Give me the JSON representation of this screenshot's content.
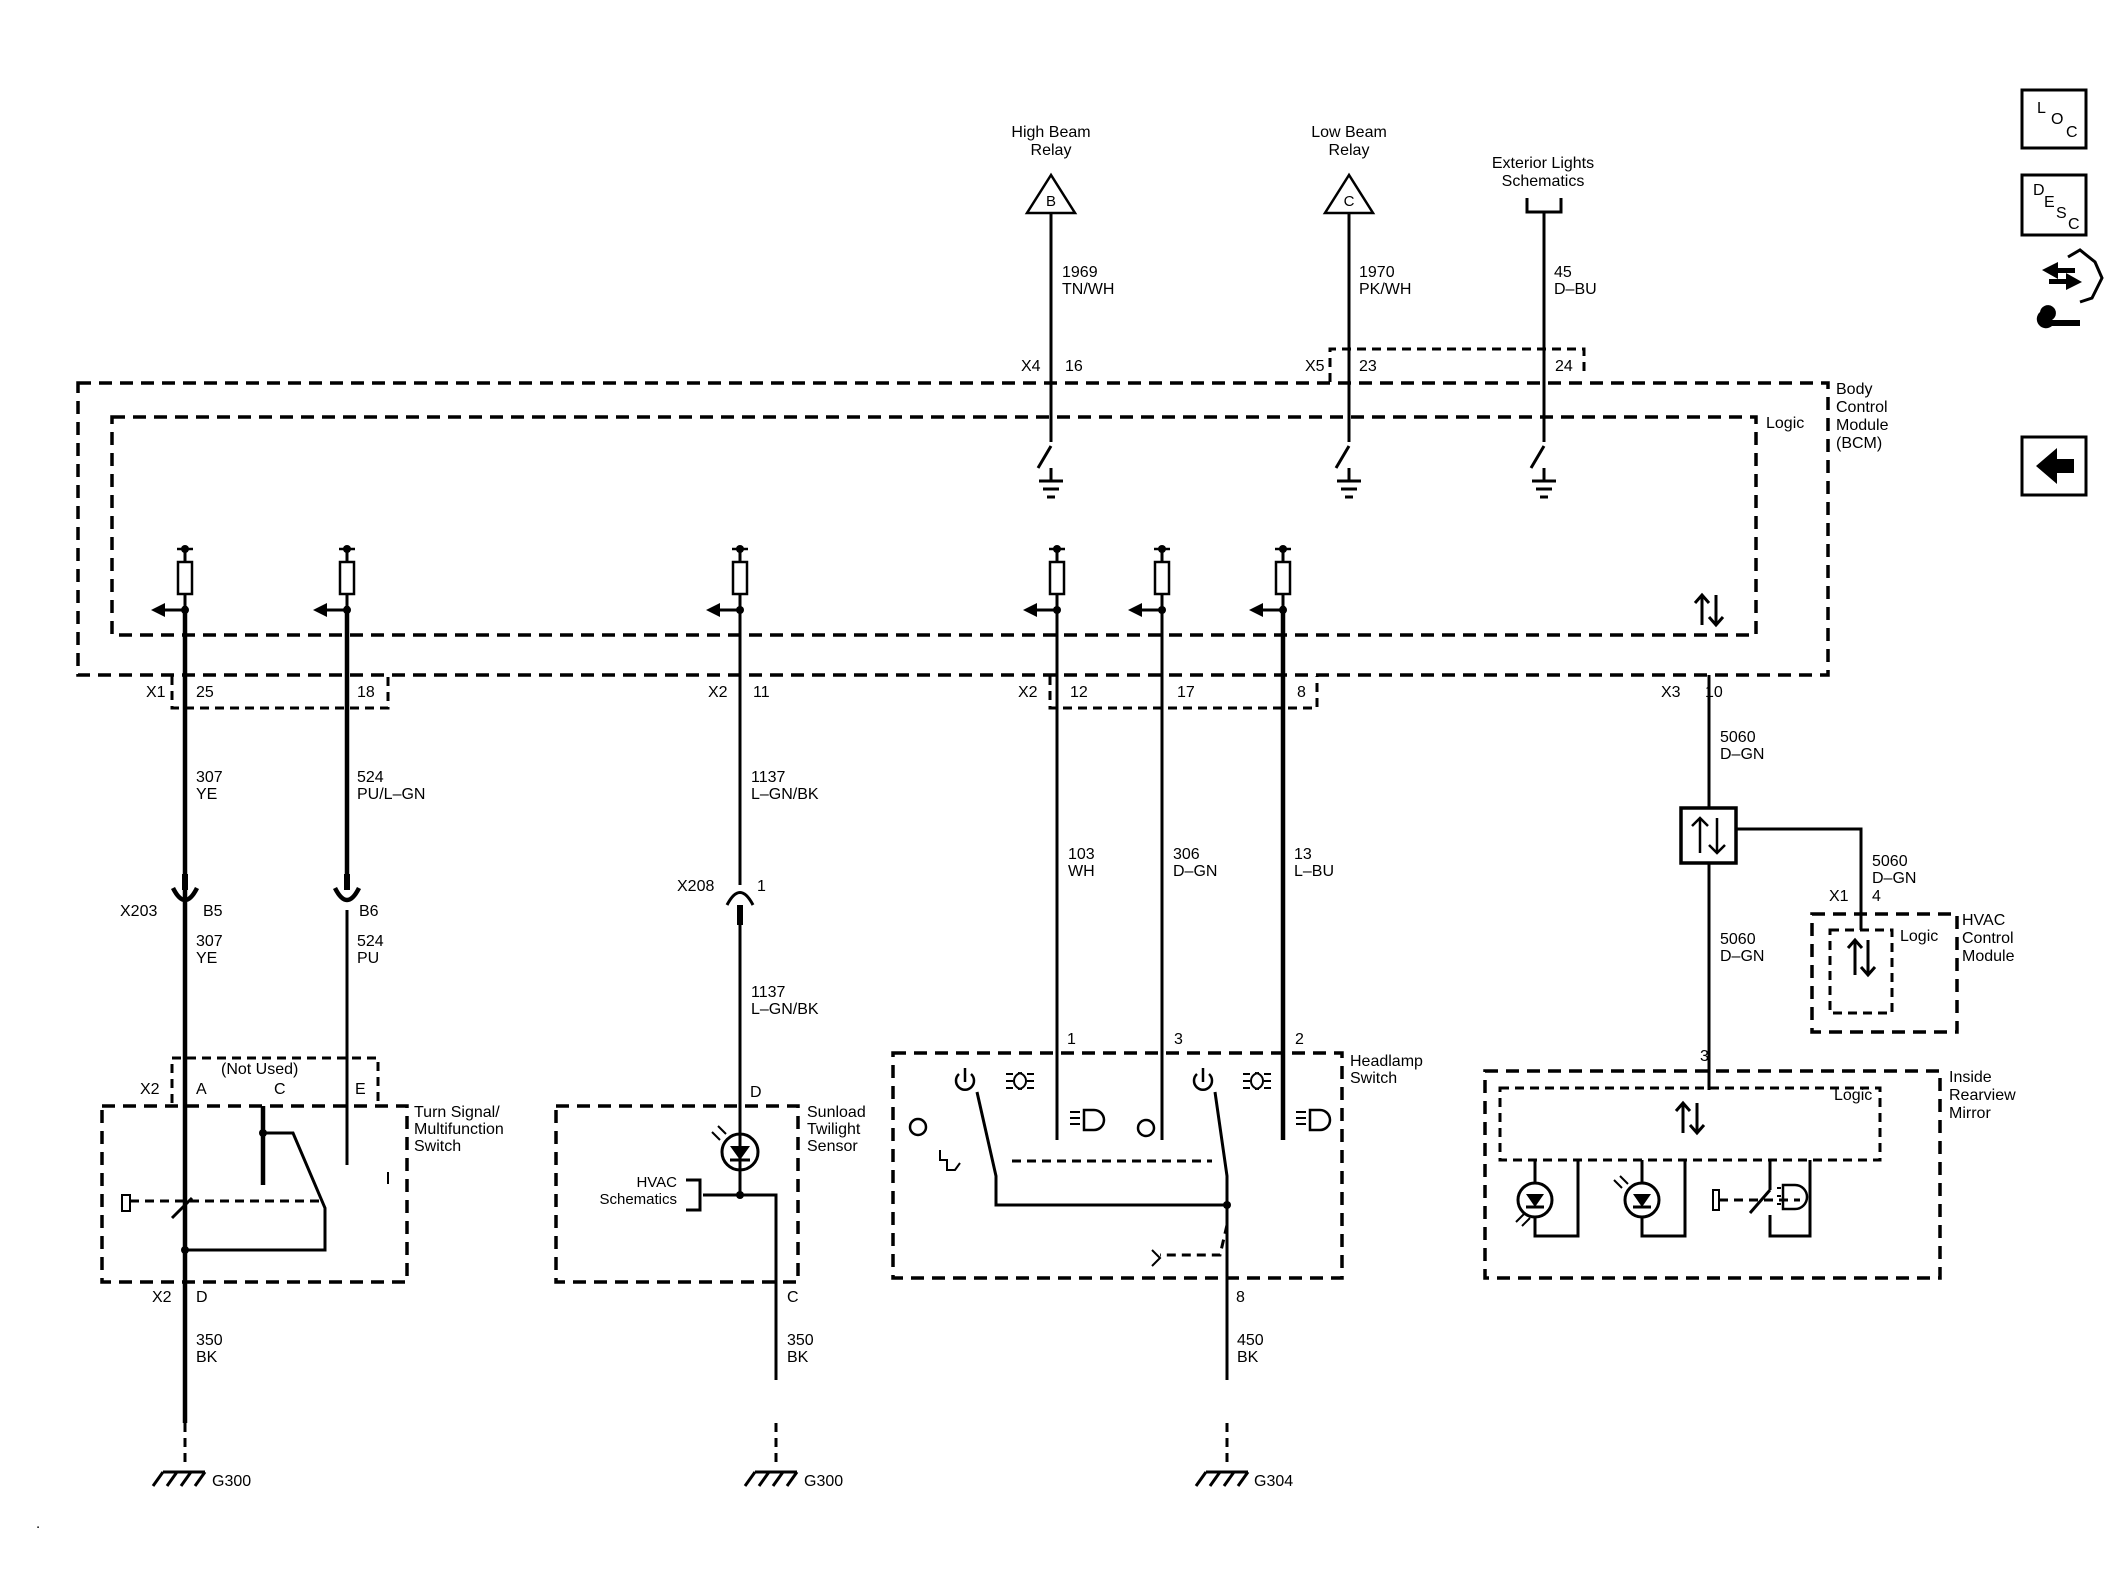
{
  "relays": {
    "high_beam": "High Beam\nRelay",
    "high_beam_pin": "B",
    "low_beam": "Low Beam\nRelay",
    "low_beam_pin": "C",
    "ext_lights": "Exterior Lights\nSchematics"
  },
  "wires": {
    "w1969": "1969\nTN/WH",
    "w1970": "1970\nPK/WH",
    "w45": "45\nD–BU",
    "w307a": "307\nYE",
    "w524a": "524\nPU/L–GN",
    "w1137a": "1137\nL–GN/BK",
    "w103": "103\nWH",
    "w306": "306\nD–GN",
    "w13": "13\nL–BU",
    "w5060a": "5060\nD–GN",
    "w5060b": "5060\nD–GN",
    "w5060c": "5060\nD–GN",
    "w307b": "307\nYE",
    "w524b": "524\nPU",
    "w1137b": "1137\nL–GN/BK",
    "w350a": "350\nBK",
    "w350b": "350\nBK",
    "w450": "450\nBK"
  },
  "connectors": {
    "x4": "X4",
    "x4_16": "16",
    "x5": "X5",
    "x5_23": "23",
    "x5_24": "24",
    "x1": "X1",
    "x1_25": "25",
    "x1_18": "18",
    "x2a": "X2",
    "x2a_11": "11",
    "x2b": "X2",
    "x2b_12": "12",
    "x2b_17": "17",
    "x2b_8": "8",
    "x3": "X3",
    "x3_10": "10",
    "x203": "X203",
    "b5": "B5",
    "b6": "B6",
    "x208": "X208",
    "x208_1": "1",
    "hvac_x1": "X1",
    "hvac_4": "4",
    "ts_x2": "X2",
    "ts_a": "A",
    "ts_c": "C",
    "ts_e": "E",
    "not_used": "(Not Used)",
    "ts_x2b": "X2",
    "ts_d": "D",
    "sun_d": "D",
    "sun_c": "C",
    "hs_1": "1",
    "hs_3": "3",
    "hs_2": "2",
    "hs_8": "8",
    "mir_3": "3"
  },
  "modules": {
    "bcm": "Body\nControl\nModule\n(BCM)",
    "bcm_logic": "Logic",
    "hvac": "HVAC\nControl\nModule",
    "hvac_logic": "Logic",
    "turn_signal": "Turn Signal/\nMultifunction\nSwitch",
    "sunload": "Sunload\nTwilight\nSensor",
    "hvac_schem": "HVAC\nSchematics",
    "headlamp": "Headlamp\nSwitch",
    "mirror": "Inside\nRearview\nMirror",
    "mirror_logic": "Logic"
  },
  "grounds": {
    "g300a": "G300",
    "g300b": "G300",
    "g304": "G304"
  },
  "nav": {
    "loc": [
      "L",
      "O",
      "C"
    ],
    "desc": [
      "D",
      "E",
      "S",
      "C"
    ],
    "tools_icon": "connector-tools-icon",
    "back_icon": "back-arrow-icon"
  }
}
